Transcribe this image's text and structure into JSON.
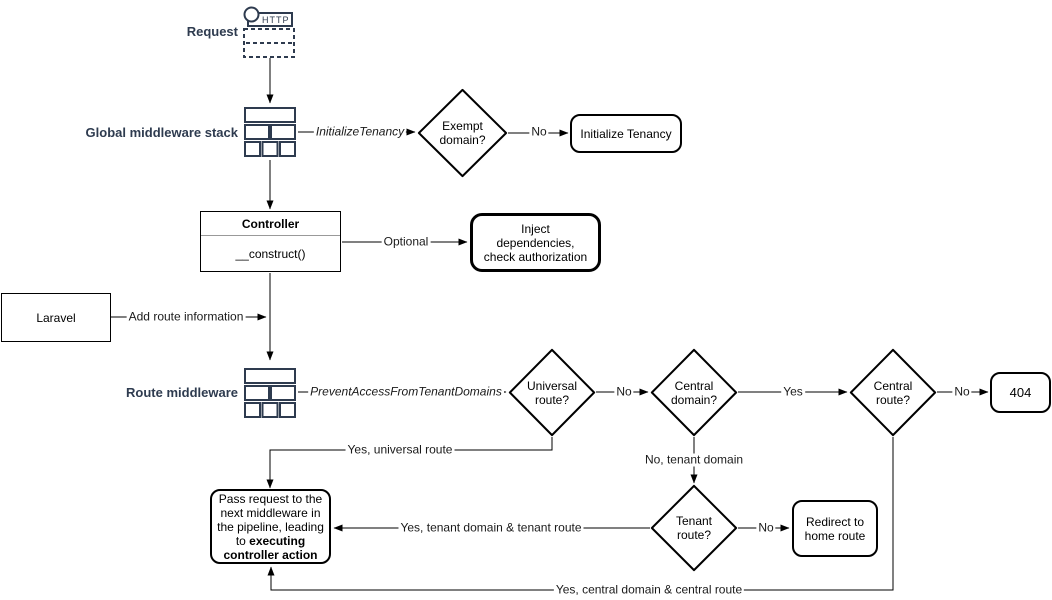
{
  "diagram": {
    "colors": {
      "label_navy": "#2e3b4f",
      "line": "#000000",
      "shape_fill": "#ffffff",
      "shape_border": "#000000"
    },
    "section_labels": {
      "request": "Request",
      "global_middleware": "Global middleware stack",
      "route_middleware": "Route middleware"
    },
    "icons": {
      "http_label": "HTTP"
    },
    "nodes": {
      "exempt_domain": "Exempt domain?",
      "initialize_tenancy": "Initialize Tenancy",
      "controller_title": "Controller",
      "controller_method": "__construct()",
      "inject": "Inject dependencies, check authorization",
      "laravel": "Laravel",
      "universal_route": "Universal route?",
      "central_domain": "Central domain?",
      "central_route": "Central route?",
      "not_found": "404",
      "tenant_route": "Tenant route?",
      "redirect": "Redirect to home route",
      "pass_pre": "Pass request to the next middleware in the pipeline, leading to ",
      "pass_bold": "executing controller action"
    },
    "edge_labels": {
      "initialize_tenancy": "InitializeTenancy",
      "no_exempt": "No",
      "optional": "Optional",
      "add_route_info": "Add route information",
      "prevent_access": "PreventAccessFromTenantDomains",
      "no_universal": "No",
      "yes_central_domain": "Yes",
      "no_central_route": "No",
      "yes_universal": "Yes, universal route",
      "no_tenant_domain": "No, tenant domain",
      "no_tenant_route": "No",
      "yes_tenant": "Yes, tenant domain & tenant route",
      "yes_central": "Yes, central domain & central route"
    }
  }
}
